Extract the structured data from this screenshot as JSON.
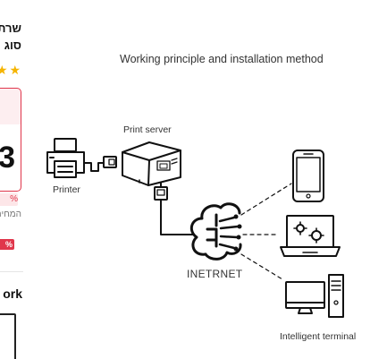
{
  "product": {
    "title_line1": "שרת",
    "title_line2": "סוג",
    "stars": "★★",
    "price_digit": "3",
    "coupon_text": "%",
    "price_note": "המחיר",
    "discount_badge": "%",
    "section_heading": "ork"
  },
  "diagram": {
    "title": "Working principle and installation method",
    "labels": {
      "print_server": "Print server",
      "printer": "Printer",
      "internet": "INETRNET",
      "intelligent_terminal": "Intelligent terminal"
    },
    "icons": [
      "printer-icon",
      "usb-cable-icon",
      "print-server-icon",
      "ethernet-port-icon",
      "internet-cloud-icon",
      "smartphone-icon",
      "laptop-icon",
      "desktop-computer-icon"
    ],
    "colors": {
      "line": "#111111",
      "text": "#333333",
      "price_accent": "#e0364b",
      "star": "#f5b400"
    }
  }
}
